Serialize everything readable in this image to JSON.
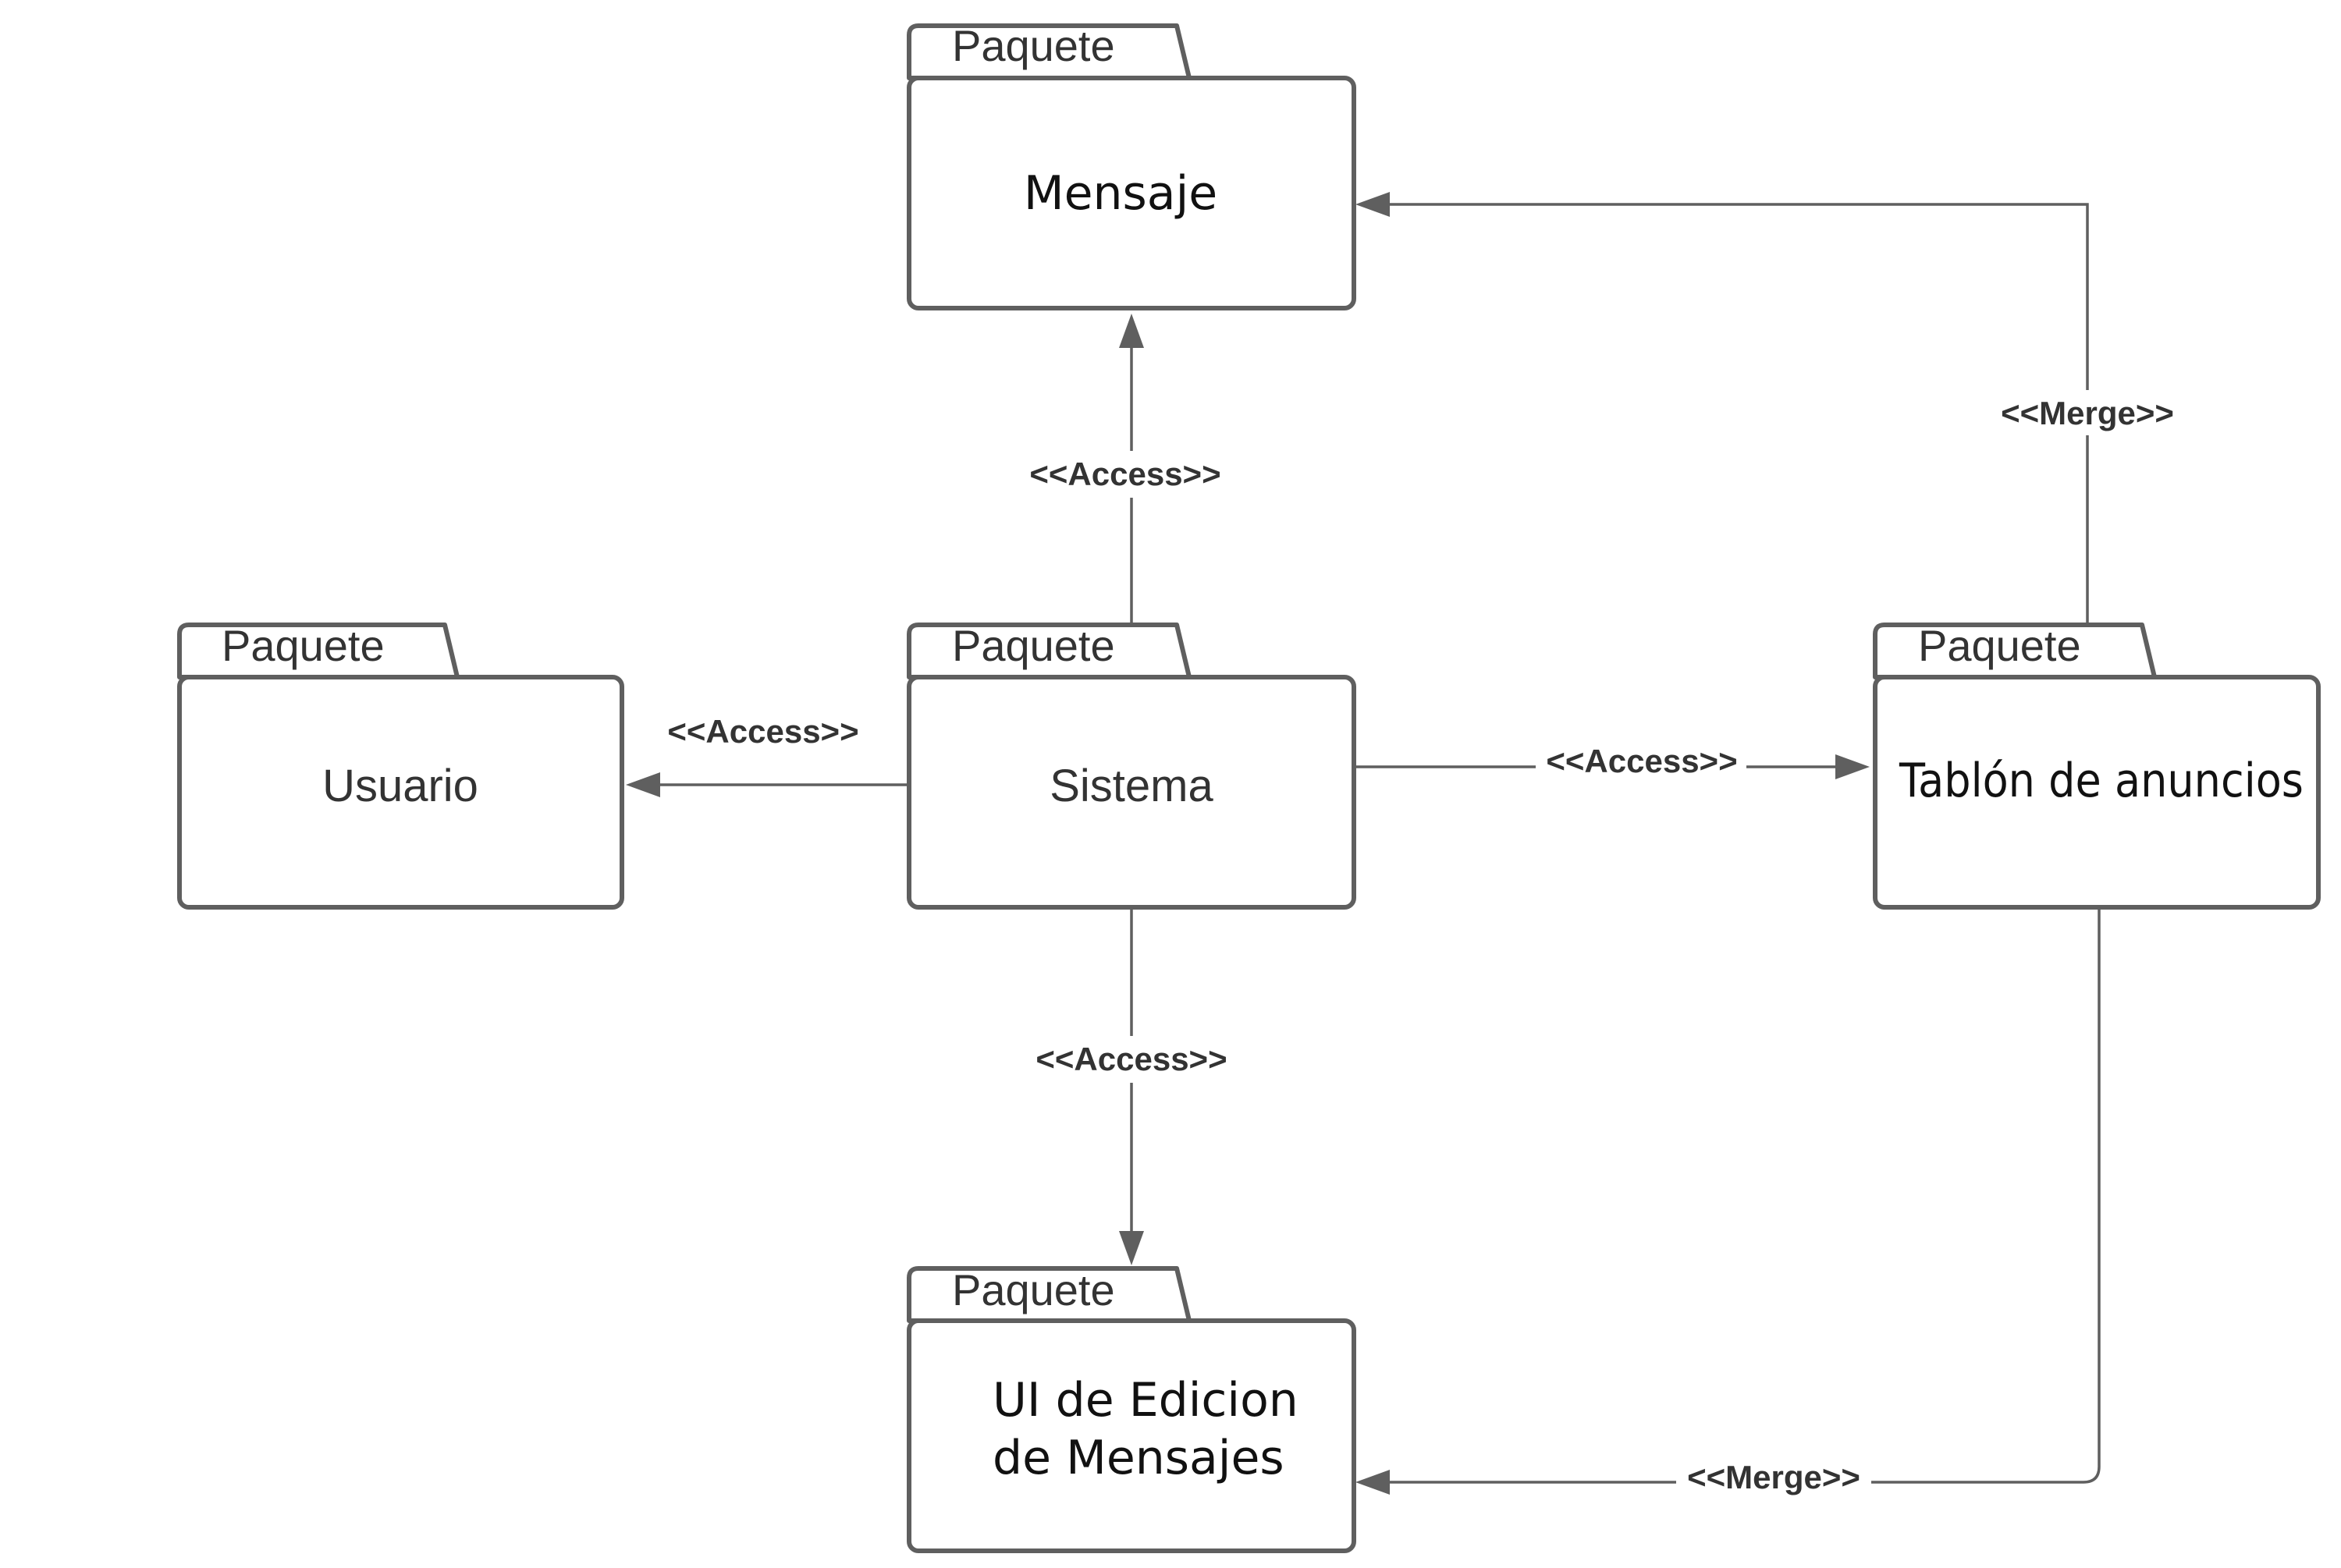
{
  "packages": [
    {
      "id": "mensaje",
      "tab": "Paquete",
      "name": [
        "Mensaje"
      ]
    },
    {
      "id": "usuario",
      "tab": "Paquete",
      "name": [
        "Usuario"
      ]
    },
    {
      "id": "sistema",
      "tab": "Paquete",
      "name": [
        "Sistema"
      ]
    },
    {
      "id": "tablon",
      "tab": "Paquete",
      "name": [
        "Tablón de anuncios"
      ]
    },
    {
      "id": "ui",
      "tab": "Paquete",
      "name": [
        "UI de Edicion",
        "de Mensajes"
      ]
    }
  ],
  "relations": [
    {
      "id": "sistema-mensaje",
      "from": "Sistema",
      "to": "Mensaje",
      "label": "<<Access>>"
    },
    {
      "id": "sistema-usuario",
      "from": "Sistema",
      "to": "Usuario",
      "label": "<<Access>>"
    },
    {
      "id": "sistema-tablon",
      "from": "Sistema",
      "to": "Tablón de anuncios",
      "label": "<<Access>>"
    },
    {
      "id": "sistema-ui",
      "from": "Sistema",
      "to": "UI de Edicion de Mensajes",
      "label": "<<Access>>"
    },
    {
      "id": "tablon-mensaje",
      "from": "Tablón de anuncios",
      "to": "Mensaje",
      "label": "<<Merge>>"
    },
    {
      "id": "tablon-ui",
      "from": "Tablón de anuncios",
      "to": "UI de Edicion de Mensajes",
      "label": "<<Merge>>"
    }
  ]
}
